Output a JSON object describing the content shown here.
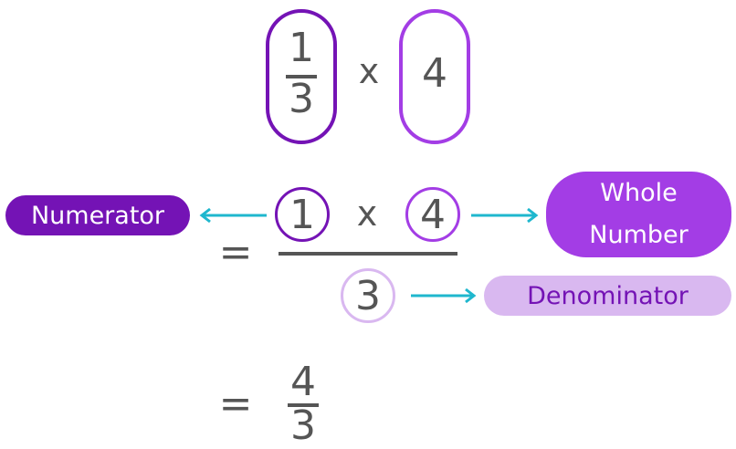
{
  "expression": {
    "fraction_numerator": "1",
    "fraction_denominator": "3",
    "operator": "x",
    "whole_number": "4"
  },
  "expanded": {
    "numerator_left": "1",
    "operator": "x",
    "numerator_right": "4",
    "denominator": "3",
    "equals": "="
  },
  "labels": {
    "numerator": "Numerator",
    "whole_number_line1": "Whole",
    "whole_number_line2": "Number",
    "denominator": "Denominator"
  },
  "result": {
    "equals": "=",
    "numerator": "4",
    "denominator": "3"
  },
  "colors": {
    "dark_purple": "#7413B5",
    "bright_purple": "#A33DE5",
    "light_purple": "#D9B8F0",
    "arrow_cyan": "#1FB7CE",
    "text_gray": "#555555"
  }
}
